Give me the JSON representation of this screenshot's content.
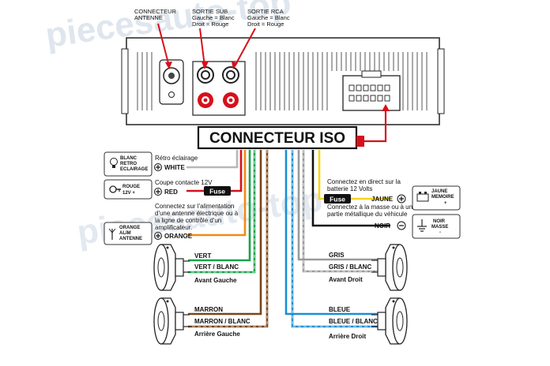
{
  "head_unit": {
    "antenna_label_1": "CONNECTEUR",
    "antenna_label_2": "ANTENNE",
    "sub_label_1": "SORTIE SUB",
    "sub_label_2": "Gauche = Blanc",
    "sub_label_3": "Droit = Rouge",
    "rca_label_1": "SORTIE RCA",
    "rca_label_2": "Gauche = Blanc",
    "rca_label_3": "Droit = Rouge"
  },
  "iso_title": "CONNECTEUR ISO",
  "left": {
    "blanc_box": [
      "BLANC",
      "RETRO",
      "ECLAIRAGE"
    ],
    "retro_text": "Rétro éclairage",
    "white_label": "WHITE",
    "rouge_box": [
      "ROUGE",
      "12V +"
    ],
    "coupe_text": "Coupe contacte 12V",
    "red_label": "RED",
    "fuse_label": "Fuse",
    "antenna_text": [
      "Connectez sur l'alimentation",
      "d'une antenne électrique ou à",
      "la ligne de contrôle d'un",
      "amplificateur."
    ],
    "orange_label": "ORANGE",
    "orange_box": [
      "ORANGE",
      "ALIM",
      "ANTENNE"
    ]
  },
  "right": {
    "direct_text": [
      "Connectez en direct sur la",
      "batterie 12 Volts"
    ],
    "jaune_label": "JAUNE",
    "fuse_label": "Fuse",
    "mass_text": [
      "Connectez à la masse ou à une",
      "partie métallique du véhicule"
    ],
    "noir_label": "NOIR",
    "jaune_box": [
      "JAUNE",
      "MEMOIRE",
      "+"
    ],
    "noir_box": [
      "NOIR",
      "MASSE",
      "-"
    ]
  },
  "speakers": {
    "fl": {
      "wire1": "VERT",
      "wire2": "VERT / BLANC",
      "name": "Avant Gauche"
    },
    "rl": {
      "wire1": "MARRON",
      "wire2": "MARRON / BLANC",
      "name": "Arrière Gauche"
    },
    "fr": {
      "wire1": "GRIS",
      "wire2": "GRIS / BLANC",
      "name": "Avant Droit"
    },
    "rr": {
      "wire1": "BLEUE",
      "wire2": "BLEUE / BLANC",
      "name": "Arrière Droit"
    }
  },
  "watermark": "piecesauto-top",
  "colors": {
    "red": "#d7101c",
    "green": "#1aa24a",
    "brown": "#7a4516",
    "grey": "#9a9a9a",
    "blue": "#1a8fd6",
    "yellow": "#f7d31b",
    "orange": "#f08a18",
    "black": "#111111"
  }
}
